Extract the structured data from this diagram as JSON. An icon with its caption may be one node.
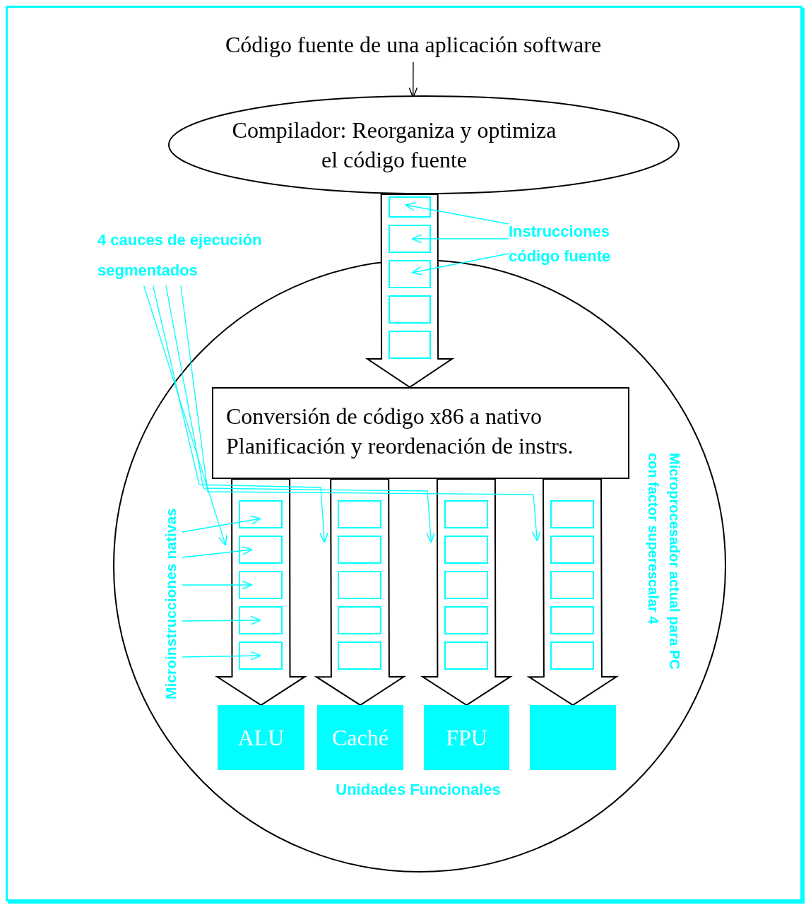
{
  "diagram": {
    "nodes": [
      {
        "text": [
          "Código fuente de una aplicación software"
        ]
      },
      {
        "text": [
          "Compilador: Reorganiza y optimiza el código fuente"
        ]
      },
      {
        "text": [
          "Microprocesador actual para PC con factor superescalar 4"
        ]
      },
      {
        "text": [
          "Conversión de código x86 a nativo",
          "Planificación y reordenación de instrs."
        ],
        "in": 2
      },
      {
        "text": [
          "ALU"
        ],
        "in": 2
      },
      {
        "text": [
          "Caché"
        ],
        "in": 2
      },
      {
        "text": [
          "FPU"
        ],
        "in": 2
      },
      {
        "text": [],
        "shape": "box",
        "in": 2
      },
      {
        "text": [
          "4 cauces de ejecución segmentados"
        ]
      },
      {
        "text": [
          "Instrucciones código fuente"
        ]
      },
      {
        "text": [
          "Microinstrucciones nativas"
        ],
        "in": 2
      },
      {
        "text": [],
        "shape": "box"
      },
      {
        "text": [],
        "shape": "box"
      },
      {
        "text": [],
        "shape": "box",
        "in": 2
      },
      {
        "text": [],
        "shape": "box",
        "in": 2
      },
      {
        "text": [],
        "shape": "box",
        "in": 2
      },
      {
        "text": [],
        "shape": "box",
        "in": 2
      },
      {
        "text": [],
        "shape": "box",
        "in": 2
      },
      {
        "text": [],
        "shape": "box",
        "in": 2
      },
      {
        "text": [],
        "shape": "box",
        "in": 2
      },
      {
        "text": [],
        "shape": "box",
        "in": 2
      },
      {
        "text": [],
        "shape": "box",
        "in": 2
      },
      {
        "text": [],
        "shape": "box",
        "in": 2
      },
      {
        "text": [],
        "shape": "box",
        "in": 2
      },
      {
        "text": [],
        "shape": "box",
        "in": 2
      },
      {
        "text": [],
        "shape": "box",
        "in": 2
      },
      {
        "text": [],
        "shape": "box",
        "in": 2
      },
      {
        "text": [],
        "shape": "box",
        "in": 2
      },
      {
        "text": [],
        "shape": "box",
        "in": 2
      },
      {
        "text": [],
        "shape": "box",
        "in": 2
      },
      {
        "text": [],
        "shape": "box",
        "in": 2
      },
      {
        "text": [],
        "shape": "box",
        "in": 2
      },
      {
        "text": [],
        "shape": "box",
        "in": 2
      },
      {
        "text": [],
        "shape": "box",
        "in": 2
      },
      {
        "text": [],
        "shape": "box",
        "in": 2
      },
      {
        "text": [],
        "shape": "box",
        "in": 2
      }
    ],
    "edges": [
      {
        "from": 0,
        "to": 1,
        "arrow": "to",
        "color": "#000000"
      },
      {
        "from": 1,
        "to": 3,
        "arrow": "to",
        "style": "thick",
        "color": "#000000"
      },
      {
        "from": 3,
        "to": 4,
        "arrow": "to",
        "style": "thick",
        "color": "#000000"
      },
      {
        "from": 3,
        "to": 5,
        "arrow": "to",
        "style": "thick",
        "color": "#000000"
      },
      {
        "from": 3,
        "to": 6,
        "arrow": "to",
        "style": "thick",
        "color": "#000000"
      },
      {
        "from": 3,
        "to": 7,
        "arrow": "to",
        "style": "thick",
        "color": "#000000"
      },
      {
        "from": 9,
        "to": 11,
        "arrow": "to",
        "color": "#00ffff"
      },
      {
        "from": 9,
        "to": 12,
        "arrow": "to",
        "color": "#00ffff"
      },
      {
        "from": 9,
        "to": 13,
        "arrow": "to",
        "color": "#00ffff"
      },
      {
        "from": 8,
        "to": 17,
        "arrow": "to",
        "color": "#00ffff"
      },
      {
        "from": 8,
        "to": 22,
        "arrow": "to",
        "color": "#00ffff"
      },
      {
        "from": 8,
        "to": 27,
        "arrow": "to",
        "color": "#00ffff"
      },
      {
        "from": 8,
        "to": 32,
        "arrow": "to",
        "color": "#00ffff"
      },
      {
        "from": 10,
        "to": 16,
        "arrow": "to",
        "color": "#00ffff"
      },
      {
        "from": 10,
        "to": 17,
        "arrow": "to",
        "color": "#00ffff"
      },
      {
        "from": 10,
        "to": 18,
        "arrow": "to",
        "color": "#00ffff"
      },
      {
        "from": 10,
        "to": 19,
        "arrow": "to",
        "color": "#00ffff"
      },
      {
        "from": 10,
        "to": 20,
        "arrow": "to",
        "color": "#00ffff"
      }
    ],
    "labels": [
      "Unidades Funcionales"
    ]
  }
}
